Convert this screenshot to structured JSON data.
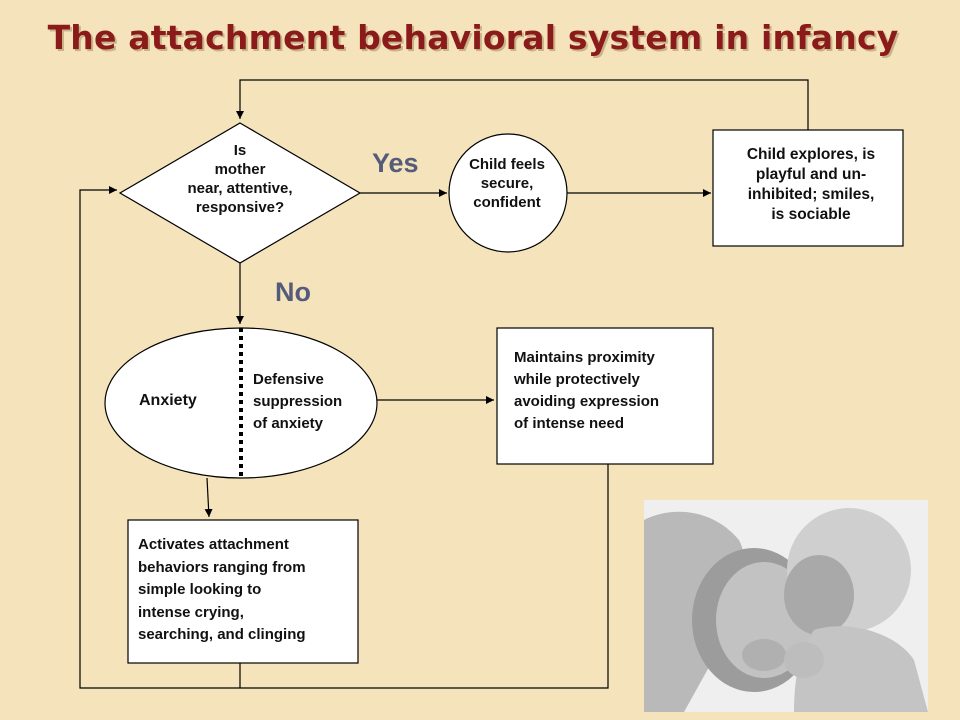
{
  "title": "The attachment behavioral system in infancy",
  "decision": {
    "lines": [
      "Is",
      "mother",
      "near, attentive,",
      "responsive?"
    ]
  },
  "yes_label": "Yes",
  "no_label": "No",
  "secure": {
    "lines": [
      "Child feels",
      "secure,",
      "confident"
    ]
  },
  "explores": {
    "lines": [
      "Child explores, is",
      "playful and un-",
      "inhibited; smiles,",
      "is sociable"
    ]
  },
  "anxiety": {
    "label": "Anxiety",
    "defensive_lines": [
      "Defensive",
      "suppression",
      "of anxiety"
    ]
  },
  "maintains": {
    "lines": [
      "Maintains proximity",
      "while protectively",
      "avoiding expression",
      "of intense need"
    ]
  },
  "activates": {
    "lines": [
      "Activates attachment",
      "behaviors ranging from",
      "simple looking to",
      "intense crying,",
      "searching, and clinging"
    ]
  },
  "photo": {
    "description_icon": "mother-infant-photo"
  },
  "colors": {
    "background": "#f5e4bb",
    "title": "#8b1a1a",
    "label": "#555b7a"
  }
}
